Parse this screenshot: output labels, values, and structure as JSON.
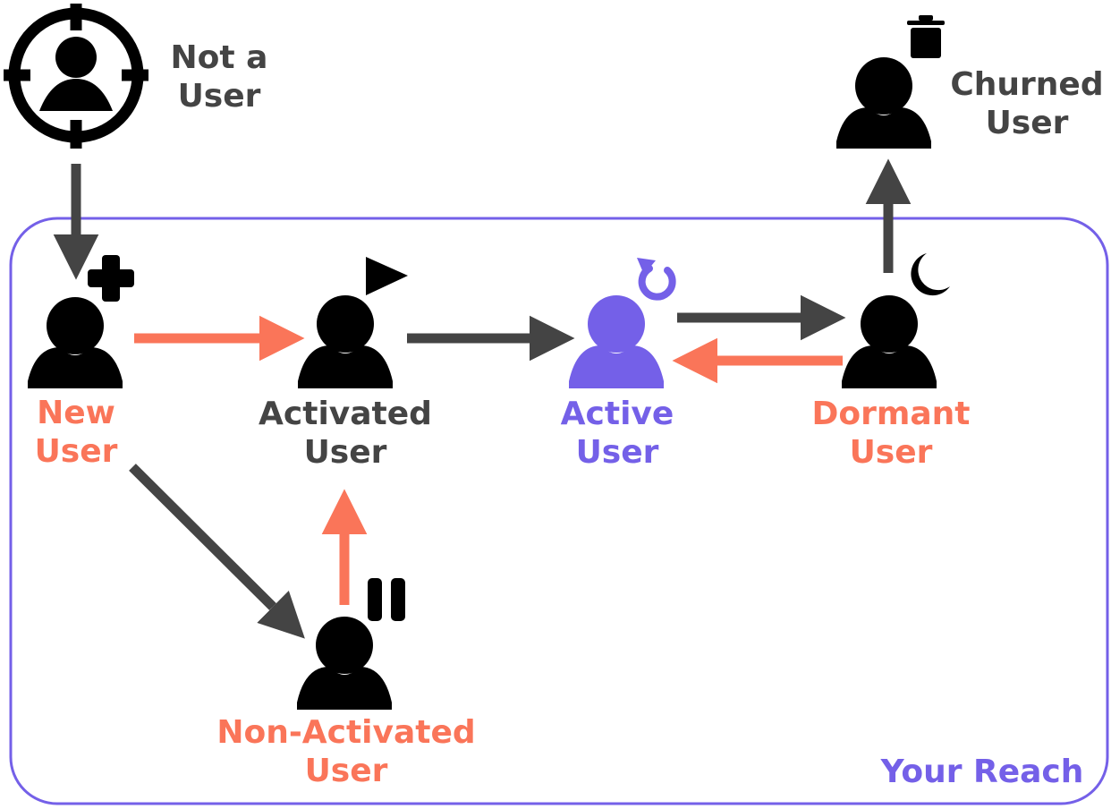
{
  "colors": {
    "dark": "#444444",
    "black": "#000000",
    "orange": "#FA7559",
    "purple": "#7460E8",
    "white": "#FFFFFF"
  },
  "nodes": {
    "not_a_user": {
      "line1": "Not a",
      "line2": "User",
      "icon": "target-user-icon",
      "color": "dark"
    },
    "churned_user": {
      "line1": "Churned",
      "line2": "User",
      "icon": "trash-icon",
      "color": "dark"
    },
    "new_user": {
      "line1": "New",
      "line2": "User",
      "icon": "plus-icon",
      "color": "orange"
    },
    "activated_user": {
      "line1": "Activated",
      "line2": "User",
      "icon": "play-icon",
      "color": "dark"
    },
    "active_user": {
      "line1": "Active",
      "line2": "User",
      "icon": "refresh-icon",
      "color": "purple"
    },
    "dormant_user": {
      "line1": "Dormant",
      "line2": "User",
      "icon": "moon-icon",
      "color": "orange"
    },
    "non_activated_user": {
      "line1": "Non-Activated",
      "line2": "User",
      "icon": "pause-icon",
      "color": "orange"
    }
  },
  "region": {
    "label": "Your Reach",
    "color": "purple"
  },
  "edges": [
    {
      "from": "not_a_user",
      "to": "new_user",
      "color": "dark"
    },
    {
      "from": "new_user",
      "to": "activated_user",
      "color": "orange"
    },
    {
      "from": "activated_user",
      "to": "active_user",
      "color": "dark"
    },
    {
      "from": "active_user",
      "to": "dormant_user",
      "color": "dark"
    },
    {
      "from": "dormant_user",
      "to": "active_user",
      "color": "orange"
    },
    {
      "from": "dormant_user",
      "to": "churned_user",
      "color": "dark"
    },
    {
      "from": "new_user",
      "to": "non_activated_user",
      "color": "dark"
    },
    {
      "from": "non_activated_user",
      "to": "activated_user",
      "color": "orange"
    }
  ]
}
